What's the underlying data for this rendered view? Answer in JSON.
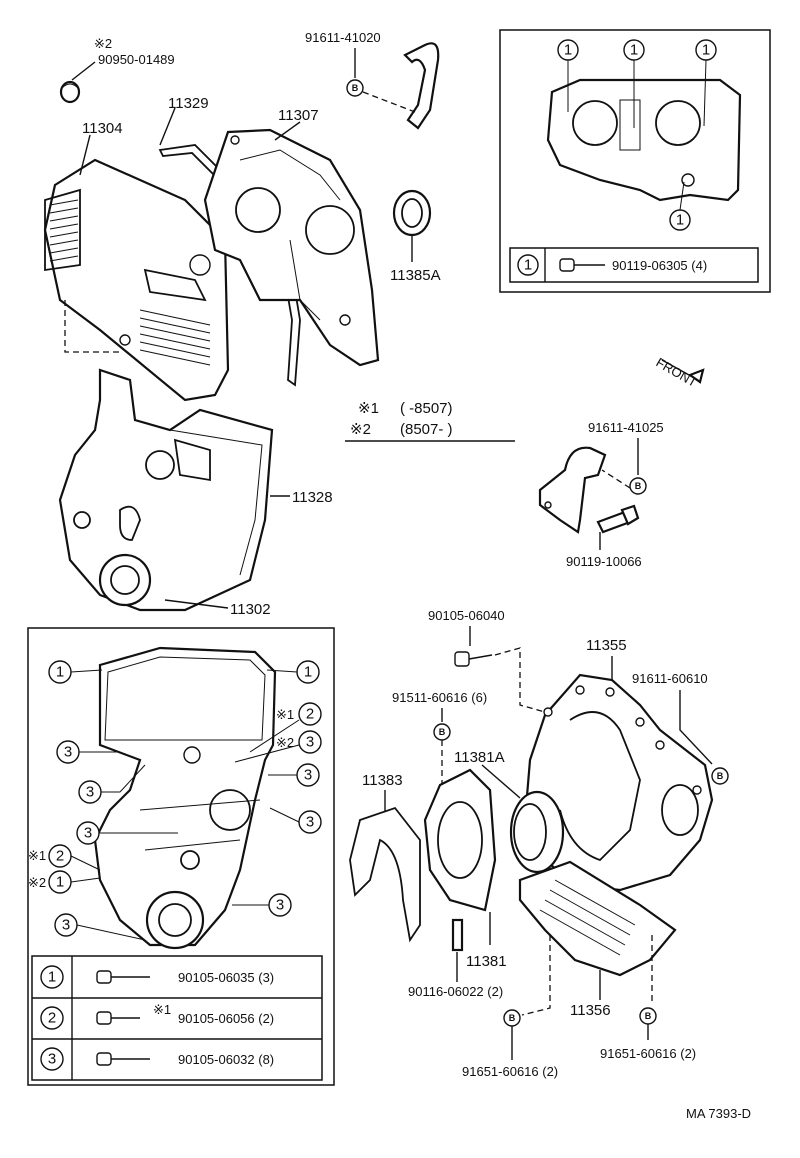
{
  "figure_code": "MA 7393-D",
  "front_label": "FRONT",
  "legend_notes": {
    "mark1": "※1",
    "range1": "(      -8507)",
    "mark2": "※2",
    "range2": "(8507-      )"
  },
  "part_numbers": {
    "p_90950_01489": "90950-01489",
    "p_90950_mark": "※2",
    "p_11304": "11304",
    "p_11329": "11329",
    "p_11307": "11307",
    "p_91611_41020": "91611-41020",
    "p_11385A": "11385A",
    "p_11328": "11328",
    "p_11302": "11302",
    "p_91611_41025": "91611-41025",
    "p_90119_10066": "90119-10066",
    "p_90105_06040": "90105-06040",
    "p_91511_60616": "91511-60616 (6)",
    "p_11355": "11355",
    "p_91611_60610": "91611-60610",
    "p_11381A": "11381A",
    "p_11383": "11383",
    "p_11381": "11381",
    "p_90116_06022": "90116-06022 (2)",
    "p_11356": "11356",
    "p_91651_60616_a": "91651-60616 (2)",
    "p_91651_60616_b": "91651-60616 (2)"
  },
  "top_right_box": {
    "callout": "1",
    "bolt": "90119-06305 (4)"
  },
  "bottom_left_box": {
    "rows": [
      {
        "callout": "1",
        "note": "",
        "bolt": "90105-06035 (3)"
      },
      {
        "callout": "2",
        "note": "※1",
        "bolt": "90105-06056 (2)"
      },
      {
        "callout": "3",
        "note": "",
        "bolt": "90105-06032 (8)"
      }
    ],
    "side_notes": {
      "n1": "※1",
      "n2": "※2",
      "n3": "※1",
      "n4": "※2"
    }
  },
  "markers": {
    "b": "B",
    "c1": "1",
    "c2": "2",
    "c3": "3"
  }
}
